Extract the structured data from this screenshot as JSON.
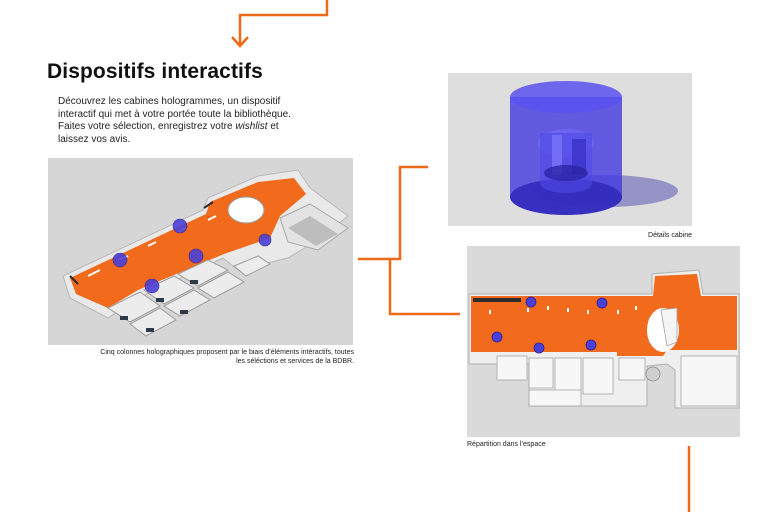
{
  "section": {
    "title": "Dispositifs interactifs",
    "intro": {
      "part1": "Découvrez les cabines hologrammes, un dispositif interactif qui met à votre portée toute la bibliothèque. Faites votre sélection, enregistrez votre ",
      "italic": "wishlist",
      "part2": " et laissez vos avis."
    }
  },
  "figures": {
    "main_caption": "Cinq colonnes holographiques proposent par le biais d’éléments intéractifs, toutes les séléctions et services de la BDBR.",
    "cabine_caption": "Détails cabine",
    "repartition_caption": "Répartition dans l’espace"
  },
  "colors": {
    "accent": "#ec6a18",
    "floor": "#f26a1b",
    "cabin": "#4a3fd8",
    "wall": "#e8e8e8",
    "background_render": "#d9d9d9"
  }
}
